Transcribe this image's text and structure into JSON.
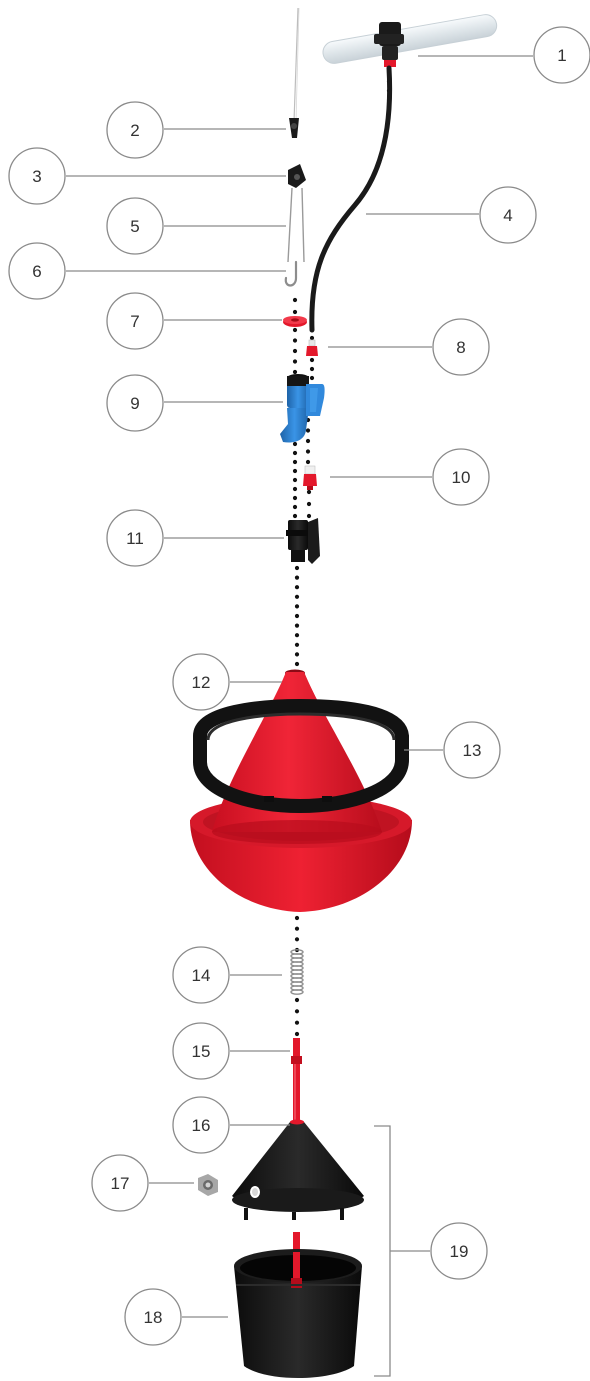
{
  "callouts": [
    {
      "id": "1",
      "label": "1"
    },
    {
      "id": "2",
      "label": "2"
    },
    {
      "id": "3",
      "label": "3"
    },
    {
      "id": "4",
      "label": "4"
    },
    {
      "id": "5",
      "label": "5"
    },
    {
      "id": "6",
      "label": "6"
    },
    {
      "id": "7",
      "label": "7"
    },
    {
      "id": "8",
      "label": "8"
    },
    {
      "id": "9",
      "label": "9"
    },
    {
      "id": "10",
      "label": "10"
    },
    {
      "id": "11",
      "label": "11"
    },
    {
      "id": "12",
      "label": "12"
    },
    {
      "id": "13",
      "label": "13"
    },
    {
      "id": "14",
      "label": "14"
    },
    {
      "id": "15",
      "label": "15"
    },
    {
      "id": "16",
      "label": "16"
    },
    {
      "id": "17",
      "label": "17"
    },
    {
      "id": "18",
      "label": "18"
    },
    {
      "id": "19",
      "label": "19"
    }
  ],
  "colors": {
    "red": "#e3182b",
    "red_dark": "#b30f1e",
    "black": "#141414",
    "blue": "#2f86d8",
    "blue_dark": "#1e63a8",
    "pipe": "#e8eef2",
    "line": "#8a8a8a"
  }
}
